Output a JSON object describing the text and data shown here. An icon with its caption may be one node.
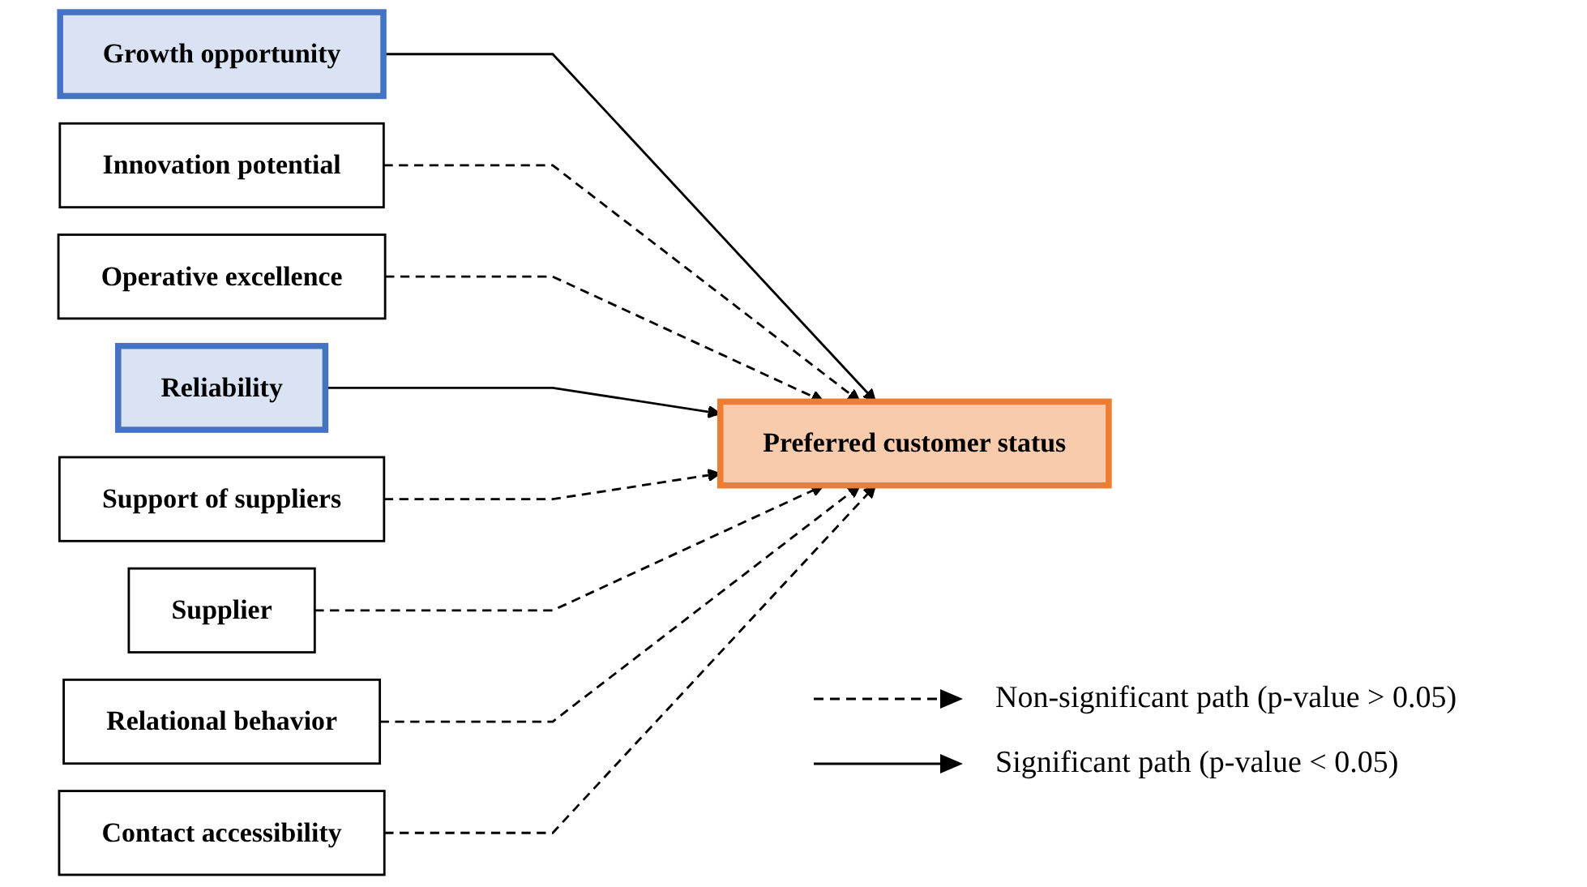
{
  "diagram": {
    "nodes": [
      {
        "text": [
          "Growth opportunity"
        ]
      },
      {
        "text": [
          "Innovation potential"
        ]
      },
      {
        "text": [
          "Operative excellence"
        ]
      },
      {
        "text": [
          "Reliability"
        ]
      },
      {
        "text": [
          "Support of suppliers"
        ]
      },
      {
        "text": [
          "Supplier"
        ]
      },
      {
        "text": [
          "Relational behavior"
        ]
      },
      {
        "text": [
          "Contact accessibility"
        ]
      },
      {
        "text": [
          "Preferred customer status"
        ]
      }
    ],
    "edges": [
      {
        "from": 0,
        "to": 8,
        "arrow": "to"
      },
      {
        "from": 1,
        "to": 8,
        "arrow": "to",
        "style": "dashed"
      },
      {
        "from": 2,
        "to": 8,
        "arrow": "to",
        "style": "dashed"
      },
      {
        "from": 3,
        "to": 8,
        "arrow": "to"
      },
      {
        "from": 4,
        "to": 8,
        "arrow": "to",
        "style": "dashed"
      },
      {
        "from": 5,
        "to": 8,
        "arrow": "to",
        "style": "dashed"
      },
      {
        "from": 6,
        "to": 8,
        "arrow": "to",
        "style": "dashed"
      },
      {
        "from": 7,
        "to": 8,
        "arrow": "to",
        "style": "dashed"
      }
    ],
    "legend": [
      {
        "text": "Non-significant path (p-value > 0.05)"
      },
      {
        "text": "Significant path (p-value < 0.05)"
      }
    ]
  }
}
